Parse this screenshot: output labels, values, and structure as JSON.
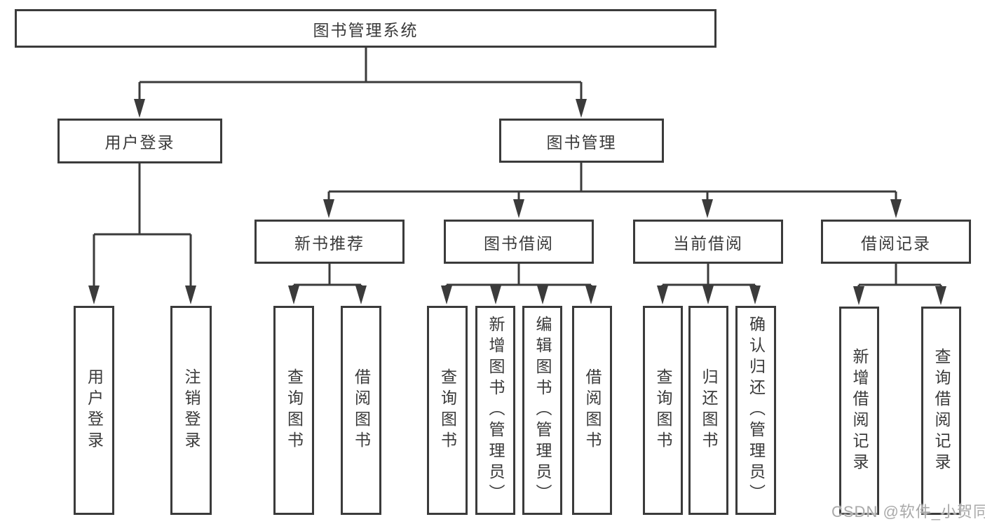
{
  "diagram_title": "图书管理系统",
  "nodes": {
    "root": {
      "label": "图书管理系统"
    },
    "user_login": {
      "label": "用户登录"
    },
    "book_mgmt": {
      "label": "图书管理"
    },
    "new_book_rec": {
      "label": "新书推荐"
    },
    "book_borrow": {
      "label": "图书借阅"
    },
    "current_borrow": {
      "label": "当前借阅"
    },
    "borrow_records": {
      "label": "借阅记录"
    },
    "leaf_user_login": {
      "label": "用户登录"
    },
    "leaf_logout": {
      "label": "注销登录"
    },
    "leaf_query_book_1": {
      "label": "查询图书"
    },
    "leaf_borrow_book_1": {
      "label": "借阅图书"
    },
    "leaf_query_book_2": {
      "label": "查询图书"
    },
    "leaf_add_book_admin": {
      "label": "新增图书（管理员）"
    },
    "leaf_edit_book_admin": {
      "label": "编辑图书（管理员）"
    },
    "leaf_borrow_book_2": {
      "label": "借阅图书"
    },
    "leaf_query_book_3": {
      "label": "查询图书"
    },
    "leaf_return_book": {
      "label": "归还图书"
    },
    "leaf_confirm_return_admin": {
      "label": "确认归还（管理员）"
    },
    "leaf_add_borrow_record": {
      "label": "新增借阅记录"
    },
    "leaf_query_borrow_record": {
      "label": "查询借阅记录"
    }
  },
  "watermark": "CSDN @软件_小贺同学",
  "colors": {
    "line": "#3b3b3b",
    "box_border": "#3b3b3b",
    "text": "#3a3a3a",
    "watermark": "#a9a9a9",
    "background": "#ffffff"
  }
}
